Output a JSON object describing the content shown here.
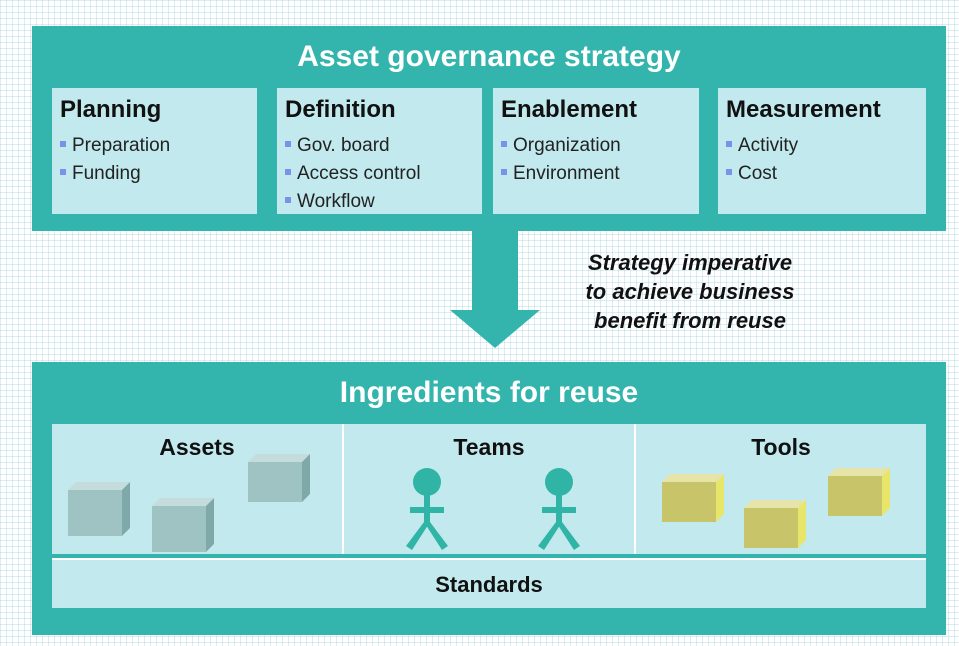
{
  "strategy": {
    "title": "Asset governance strategy",
    "columns": [
      {
        "heading": "Planning",
        "items": [
          "Preparation",
          "Funding"
        ]
      },
      {
        "heading": "Definition",
        "items": [
          "Gov. board",
          "Access control",
          "Workflow"
        ]
      },
      {
        "heading": "Enablement",
        "items": [
          "Organization",
          "Environment"
        ]
      },
      {
        "heading": "Measurement",
        "items": [
          "Activity",
          "Cost"
        ]
      }
    ]
  },
  "imperative_lines": [
    "Strategy imperative",
    "to achieve business",
    "benefit from reuse"
  ],
  "ingredients": {
    "title": "Ingredients for reuse",
    "cells": [
      "Assets",
      "Teams",
      "Tools"
    ],
    "standards": "Standards"
  },
  "colors": {
    "panel": "#33b5ad",
    "box": "#c2eaee",
    "bullet": "#7a93ea",
    "asset_cube": "#9fc3c2",
    "tool_cube": "#c8c46a",
    "person": "#2fb4a6"
  }
}
